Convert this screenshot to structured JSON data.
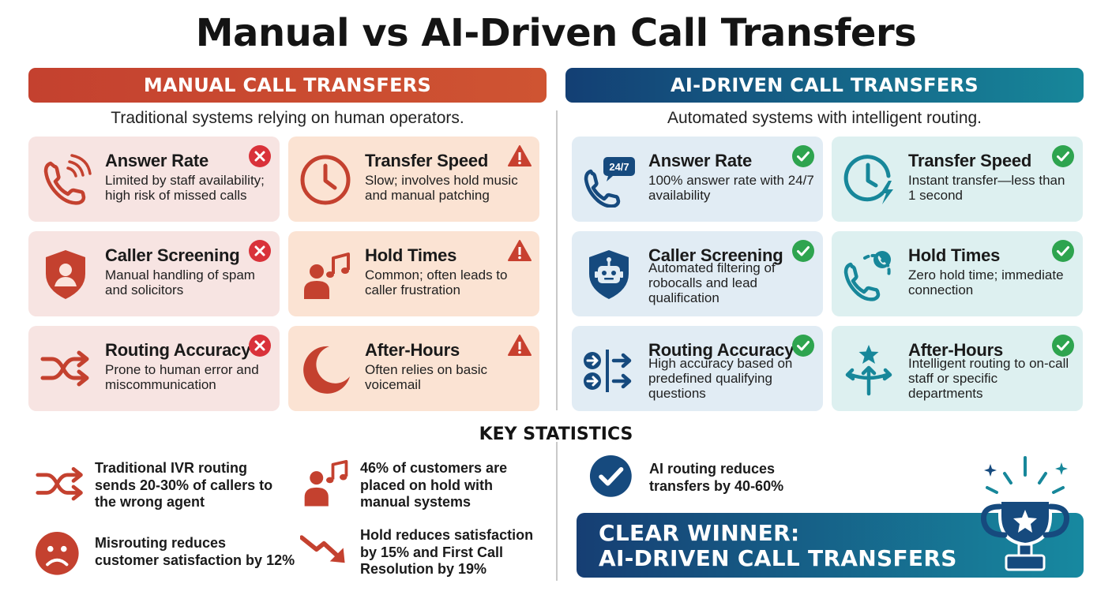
{
  "title": "Manual vs AI-Driven Call Transfers",
  "colors": {
    "manual": "#c4412f",
    "ai_dark": "#133f74",
    "ai_teal": "#17879a",
    "cross": "#d9323a",
    "warn": "#c8402f",
    "check": "#2ea44f"
  },
  "manual": {
    "banner": "MANUAL CALL TRANSFERS",
    "subtitle": "Traditional systems relying on human operators.",
    "cards": [
      {
        "title": "Answer Rate",
        "desc": "Limited by staff availability; high risk of missed calls",
        "icon": "phone-ringing-icon",
        "status": "cross"
      },
      {
        "title": "Transfer Speed",
        "desc": "Slow; involves hold music and manual patching",
        "icon": "clock-icon",
        "status": "warning"
      },
      {
        "title": "Caller Screening",
        "desc": "Manual handling of spam and solicitors",
        "icon": "shield-user-icon",
        "status": "cross"
      },
      {
        "title": "Hold Times",
        "desc": "Common; often leads to caller frustration",
        "icon": "person-music-icon",
        "status": "warning"
      },
      {
        "title": "Routing Accuracy",
        "desc": "Prone to human error and miscommunication",
        "icon": "shuffle-icon",
        "status": "cross"
      },
      {
        "title": "After-Hours",
        "desc": "Often relies on basic voicemail",
        "icon": "moon-icon",
        "status": "warning"
      }
    ]
  },
  "ai": {
    "banner": "AI-DRIVEN CALL TRANSFERS",
    "subtitle": "Automated systems with intelligent routing.",
    "phone_badge": "24/7",
    "cards": [
      {
        "title": "Answer Rate",
        "desc": "100% answer rate with 24/7 availability",
        "icon": "phone-24-7-icon",
        "status": "check"
      },
      {
        "title": "Transfer Speed",
        "desc": "Instant transfer—less than 1 second",
        "icon": "clock-bolt-icon",
        "status": "check"
      },
      {
        "title": "Caller Screening",
        "desc": "Automated filtering of robocalls and lead qualification",
        "icon": "shield-robot-icon",
        "status": "check"
      },
      {
        "title": "Hold Times",
        "desc": "Zero hold time; immediate connection",
        "icon": "phone-callback-icon",
        "status": "check"
      },
      {
        "title": "Routing Accuracy",
        "desc": "High accuracy based on predefined qualifying questions",
        "icon": "routing-arrows-icon",
        "status": "check"
      },
      {
        "title": "After-Hours",
        "desc": "Intelligent routing to on-call staff or specific departments",
        "icon": "star-split-arrows-icon",
        "status": "check"
      }
    ]
  },
  "stats": {
    "title": "KEY STATISTICS",
    "items": [
      {
        "text": "Traditional IVR routing\nsends 20-30% of callers to\nthe wrong agent",
        "icon": "shuffle-icon"
      },
      {
        "text": "46% of customers are\nplaced on hold with\nmanual systems",
        "icon": "person-music-icon"
      },
      {
        "text": "Misrouting reduces\ncustomer satisfaction by 12%",
        "icon": "sad-face-icon"
      },
      {
        "text": "Hold reduces satisfaction\nby 15% and First Call\nResolution by 19%",
        "icon": "trend-down-icon"
      },
      {
        "text": "AI routing reduces\ntransfers by 40-60%",
        "icon": "check-circle-icon"
      }
    ]
  },
  "winner": {
    "text": "CLEAR WINNER:\nAI-DRIVEN CALL TRANSFERS",
    "icon": "trophy-icon"
  }
}
